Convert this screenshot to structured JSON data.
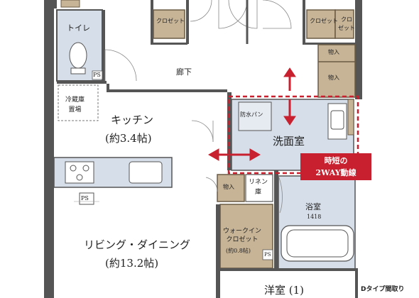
{
  "rooms": {
    "toilet": "トイレ",
    "fridge": "冷蔵庫\n置場",
    "closet_top1": "クロゼット",
    "closet_top2": "クロゼット",
    "closet_top3": "クロ\nゼット",
    "storage_top1": "物入",
    "storage_top2": "物入",
    "corridor": "廊下",
    "kitchen": "キッチン",
    "kitchen_size": "(約3.4帖)",
    "washroom": "洗面室",
    "washpan": "防水パン",
    "storage_mid": "物入",
    "linen": "リネン\n庫",
    "bath": "浴室",
    "bath_size": "1418",
    "wic": "ウォークイン\nクロゼット",
    "wic_size": "(約0.8帖)",
    "living": "リビング・ダイニング",
    "living_size": "(約13.2帖)",
    "western": "洋室 (1)",
    "ps1": "PS",
    "ps2": "PS",
    "ps3": "PS"
  },
  "callout": {
    "line1": "時短の",
    "line2": "2WAY動線"
  },
  "caption": "Dタイプ間取り",
  "colors": {
    "wall": "#555555",
    "floor_blue": "#d6dee9",
    "closet_tan": "#c7b497",
    "accent_red": "#c8202e"
  }
}
